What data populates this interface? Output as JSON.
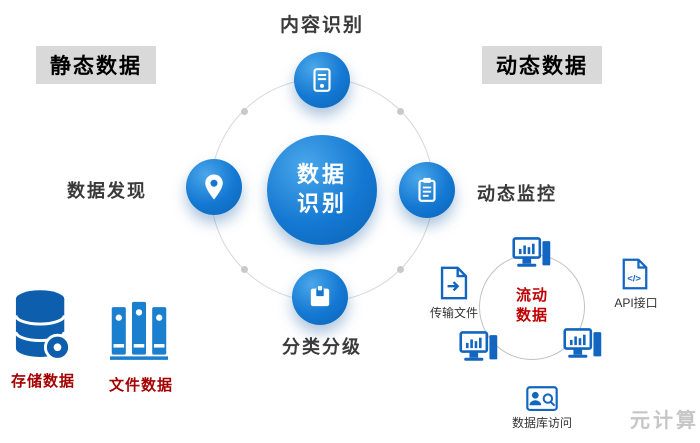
{
  "headers": {
    "static": "静态数据",
    "dynamic": "动态数据"
  },
  "hub": {
    "center_line1": "数据",
    "center_line2": "识别",
    "top_label": "内容识别",
    "left_label": "数据发现",
    "right_label": "动态监控",
    "bottom_label": "分类分级"
  },
  "static_items": [
    {
      "label": "存储数据",
      "icon": "database-search-icon"
    },
    {
      "label": "文件数据",
      "icon": "binders-icon"
    }
  ],
  "flow": {
    "center_line1": "流动",
    "center_line2": "数据",
    "left_label": "传输文件",
    "right_label": "API接口",
    "bottom_label": "数据库访问"
  },
  "icons": {
    "hub_top": "document-scan-icon",
    "hub_left": "location-pin-icon",
    "hub_right": "clipboard-icon",
    "hub_bottom": "archive-box-icon",
    "flow_nodes": "computer-monitor-icon"
  },
  "colors": {
    "accent_blue": "#1272c8",
    "dark_red": "#a40000",
    "header_bg": "#d9d9d9",
    "ring_grey": "#d8d8d8"
  },
  "watermark": "元计算"
}
